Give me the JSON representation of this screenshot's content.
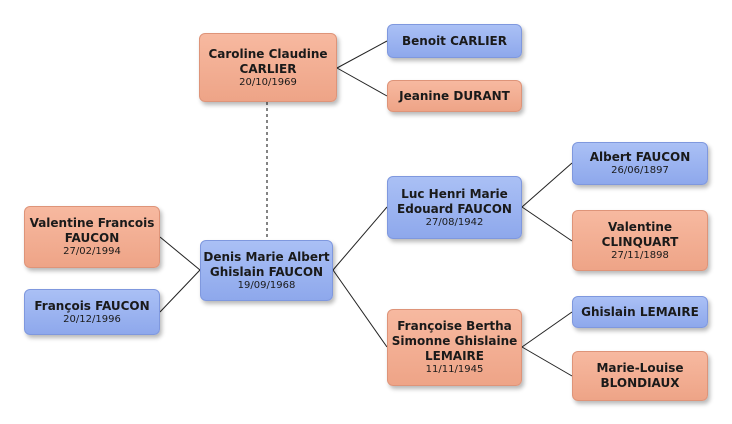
{
  "colors": {
    "male": "#8ea8ec",
    "female": "#eea487",
    "line": "#222222"
  },
  "persons": {
    "root": {
      "name": "Denis Marie Albert\nGhislain FAUCON",
      "date": "19/09/1968",
      "sex": "male"
    },
    "spouse": {
      "name": "Caroline Claudine\nCARLIER",
      "date": "20/10/1969",
      "sex": "female"
    },
    "spouse_father": {
      "name": "Benoit CARLIER",
      "date": "",
      "sex": "male"
    },
    "spouse_mother": {
      "name": "Jeanine DURANT",
      "date": "",
      "sex": "female"
    },
    "child1": {
      "name": "Valentine Francois\nFAUCON",
      "date": "27/02/1994",
      "sex": "female"
    },
    "child2": {
      "name": "François FAUCON",
      "date": "20/12/1996",
      "sex": "male"
    },
    "father": {
      "name": "Luc Henri Marie\nEdouard FAUCON",
      "date": "27/08/1942",
      "sex": "male"
    },
    "mother": {
      "name": "Françoise Bertha\nSimonne Ghislaine\nLEMAIRE",
      "date": "11/11/1945",
      "sex": "female"
    },
    "pgf": {
      "name": "Albert FAUCON",
      "date": "26/06/1897",
      "sex": "male"
    },
    "pgm": {
      "name": "Valentine\nCLINQUART",
      "date": "27/11/1898",
      "sex": "female"
    },
    "mgf": {
      "name": "Ghislain LEMAIRE",
      "date": "",
      "sex": "male"
    },
    "mgm": {
      "name": "Marie-Louise\nBLONDIAUX",
      "date": "",
      "sex": "female"
    }
  }
}
